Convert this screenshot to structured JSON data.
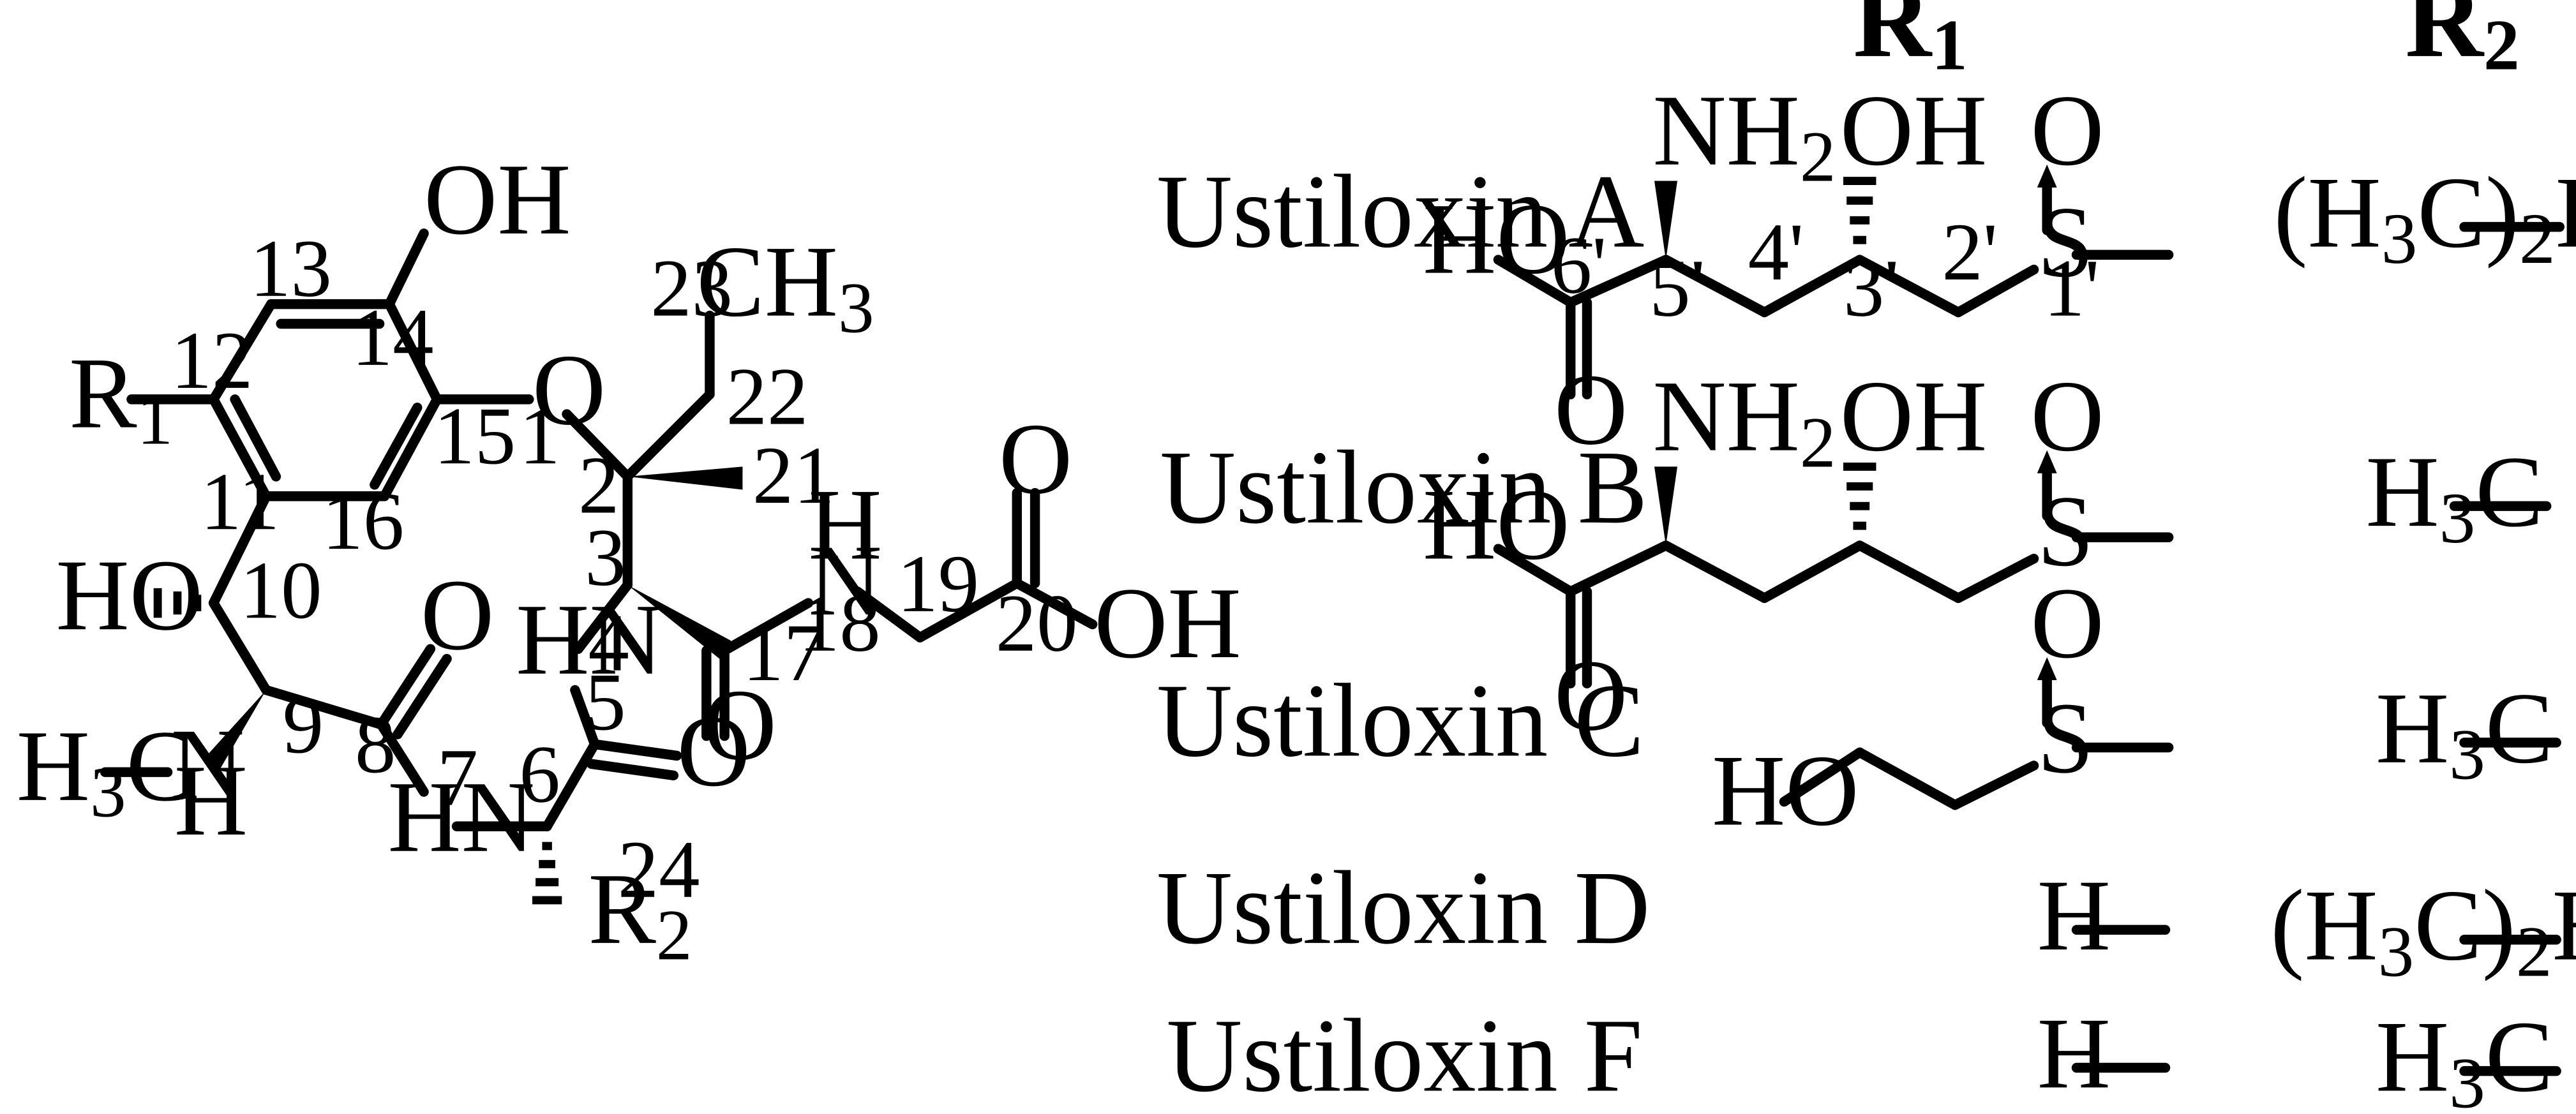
{
  "headers": {
    "r1": "R",
    "r2": "R",
    "r1_sub": "1",
    "r2_sub": "2"
  },
  "core": {
    "atoms": {
      "oh_top": "OH",
      "r1_main": "R",
      "r1_main_sub": "1",
      "o1": "O",
      "ch3_23": "CH",
      "ch3_23_sub": "3",
      "ho_10": "HO",
      "o_8": "O",
      "hn_4": "HN",
      "h_18": "H",
      "n_18": "N",
      "o_17": "O",
      "o_20": "O",
      "oh_20": "OH",
      "h3c": "H",
      "h3c_sub": "3",
      "h3c_c": "C",
      "n_h": "N",
      "h_n": "H",
      "hn_7": "HN",
      "o_5": "O",
      "r2_main": "R",
      "r2_main_sub": "2"
    },
    "numbers": [
      "13",
      "14",
      "12",
      "15",
      "1",
      "11",
      "16",
      "2",
      "3",
      "10",
      "9",
      "8",
      "7",
      "6",
      "5",
      "4",
      "17",
      "18",
      "19",
      "20",
      "21",
      "22",
      "23",
      "24"
    ]
  },
  "rows": [
    {
      "name": "Ustiloxin A",
      "r2": "(H",
      "r2_sub": "3",
      "r2_tail": "C)",
      "r2_sub2": "2",
      "r2_end": "HC"
    },
    {
      "name": "Ustiloxin B",
      "r2": "H",
      "r2_sub": "3",
      "r2_tail": "C"
    },
    {
      "name": "Ustiloxin C",
      "r2": "H",
      "r2_sub": "3",
      "r2_tail": "C"
    },
    {
      "name": "Ustiloxin D",
      "r1": "H",
      "r2": "(H",
      "r2_sub": "3",
      "r2_tail": "C)",
      "r2_sub2": "2",
      "r2_end": "HC"
    },
    {
      "name": "Ustiloxin F",
      "r1": "H",
      "r2": "H",
      "r2_sub": "3",
      "r2_tail": "C"
    }
  ],
  "r1_groups": {
    "a": {
      "nh2": "NH",
      "nh2_sub": "2",
      "oh": "OH",
      "ho": "HO",
      "o_carbonyl": "O",
      "o_sulfoxide": "O",
      "s": "S",
      "numbers": [
        "6'",
        "5'",
        "4'",
        "3'",
        "2'",
        "1'"
      ]
    },
    "b": {
      "nh2": "NH",
      "nh2_sub": "2",
      "oh": "OH",
      "ho": "HO",
      "o_carbonyl": "O",
      "o_sulfoxide": "O",
      "s": "S"
    },
    "c": {
      "ho": "HO",
      "o_sulfoxide": "O",
      "s": "S"
    }
  }
}
